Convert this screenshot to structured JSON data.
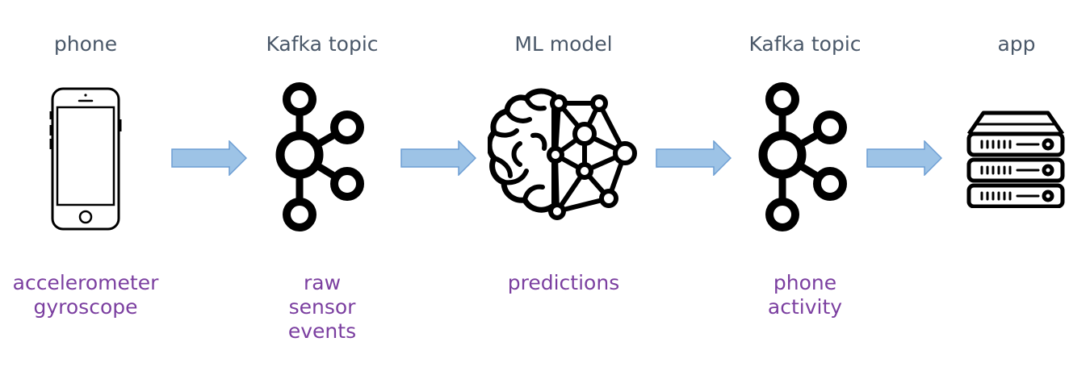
{
  "stages": [
    {
      "title": "phone",
      "description": [
        "accelerometer",
        "gyroscope"
      ],
      "icon": "smartphone-icon"
    },
    {
      "title": "Kafka topic",
      "description": [
        "raw",
        "sensor",
        "events"
      ],
      "icon": "kafka-icon"
    },
    {
      "title": "ML model",
      "description": [
        "predictions"
      ],
      "icon": "brain-network-icon"
    },
    {
      "title": "Kafka topic",
      "description": [
        "phone",
        "activity"
      ],
      "icon": "kafka-icon"
    },
    {
      "title": "app",
      "description": [],
      "icon": "server-icon"
    }
  ],
  "colors": {
    "title": "#4a5869",
    "description": "#7b3fa0",
    "arrow_fill": "#9dc3e6",
    "arrow_stroke": "#6d9ed3",
    "icon": "#000000"
  }
}
